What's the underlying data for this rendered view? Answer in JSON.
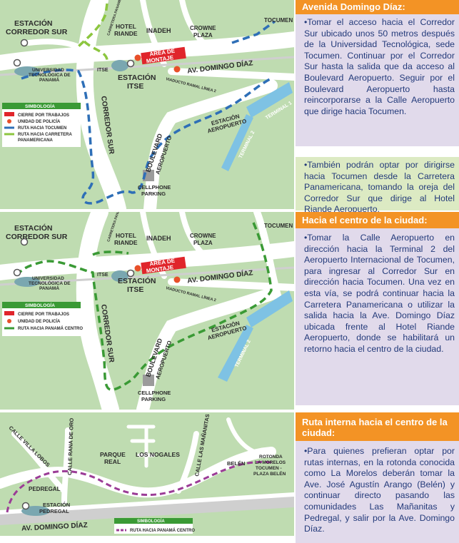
{
  "colors": {
    "orange": "#f39325",
    "lavender": "#e1daeb",
    "mint": "#dceac3",
    "text": "#233a7a",
    "map_green": "#bfdcb1",
    "route_blue": "#2e6fb7",
    "route_green": "#3a9a35",
    "route_green_light": "#8cc63f",
    "route_purple": "#9b3c96",
    "police": "#e8502a",
    "closure": "#e0252b",
    "terminal": "#7ec2e4"
  },
  "section1": {
    "heading": "Avenida Domingo Díaz:",
    "para1": "•Tomar el acceso hacia el Corredor Sur ubicado unos 50 metros después de la Universidad Tecnológica, sede Tocumen. Continuar por el Corredor Sur hasta la salida que da acceso al Boulevard Aeropuerto. Seguir por el Boulevard Aeropuerto hasta reincorporarse a la Calle Aeropuerto que dirige hacia Tocumen.",
    "para2": "•También podrán optar por dirigirse hacia Tocumen desde la Carretera Panamericana, tomando la oreja del Corredor Sur que dirige al Hotel Riande Aeropuerto."
  },
  "section2": {
    "heading": "Hacia el centro de la ciudad:",
    "para1": "•Tomar la Calle Aeropuerto en dirección hacia la Terminal 2 del Aeropuerto Internacional de Tocumen, para ingresar al Corredor Sur en dirección hacia Tocumen. Una vez en esta vía, se podrá continuar hacia la Carretera Panamericana o utilizar la salida hacia la Ave. Domingo Díaz ubicada frente al Hotel Riande Aeropuerto, donde se habilitará un retorno hacia el centro de la ciudad."
  },
  "section3": {
    "heading": "Ruta interna hacia el centro de la ciudad:",
    "para1": "•Para quienes prefieran optar por rutas internas, en la rotonda conocida como La Morelos deberán tomar la Ave. José Agustín Arango (Belén) y continuar directo pasando las comunidades Las Mañanitas y Pedregal, y salir por la Ave. Domingo Díaz."
  },
  "map_labels": {
    "estacion_corredor_sur_1": "ESTACIÓN",
    "estacion_corredor_sur_2": "CORREDOR SUR",
    "hotel_riande_1": "HOTEL",
    "hotel_riande_2": "RIANDE",
    "inadeh": "INADEH",
    "crowne_1": "CROWNE",
    "crowne_2": "PLAZA",
    "tocumen": "TOCUMEN",
    "area_montaje_1": "ÁREA DE",
    "area_montaje_2": "MONTAJE",
    "av_domingo_diaz": "AV. DOMINGO DÍAZ",
    "utp_1": "UNIVERSIDAD",
    "utp_2": "TECNOLÓGICA DE",
    "utp_3": "PANAMÁ",
    "itse_small": "ITSE",
    "estacion_itse_1": "ESTACIÓN",
    "estacion_itse_2": "ITSE",
    "viaducto": "VIADUCTO RAMAL LÍNEA 2",
    "corredor_sur": "CORREDOR SUR",
    "boulevard": "BOULEVARD",
    "aeropuerto": "AEROPUERTO",
    "estacion_aeropuerto_1": "ESTACIÓN",
    "estacion_aeropuerto_2": "AEROPUERTO",
    "terminal1": "TERMINAL 1",
    "terminal2": "TERMINAL 2",
    "cellphone_1": "CELLPHONE",
    "cellphone_2": "PARKING",
    "carretera_pan": "CARRETERA PANAMERICANA",
    "calle_villa_lobos": "CALLE VILLA LOBOS",
    "calle_rana_de_oro": "CALLE RANA DE ORO",
    "parque_real_1": "PARQUE",
    "parque_real_2": "REAL",
    "los_nogales": "LOS NOGALES",
    "calle_las_mananitas": "CALLE LAS MAÑANITAS",
    "belen": "BELÉN",
    "rotonda_1": "ROTONDA",
    "rotonda_2": "LA MORELOS",
    "rotonda_3": "TOCUMEN -",
    "rotonda_4": "PLAZA BELÉN",
    "pedregal": "PEDREGAL",
    "estacion_pedregal_1": "ESTACIÓN",
    "estacion_pedregal_2": "PEDREGAL"
  },
  "legend1": {
    "title": "SIMBOLOGÍA",
    "items": [
      "CIERRE POR TRABAJOS",
      "UNIDAD DE POLICÍA",
      "RUTA HACIA TOCUMEN",
      "RUTA HACIA CARRETERA",
      "PANAMERICANA"
    ]
  },
  "legend2": {
    "title": "SIMBOLOGÍA",
    "items": [
      "CIERRE POR TRABAJOS",
      "UNIDAD DE POLICÍA",
      "RUTA HACIA PANAMÁ CENTRO"
    ]
  },
  "legend3": {
    "title": "SIMBOLOGÍA",
    "items": [
      "RUTA HACIA PANAMÁ CENTRO"
    ]
  }
}
